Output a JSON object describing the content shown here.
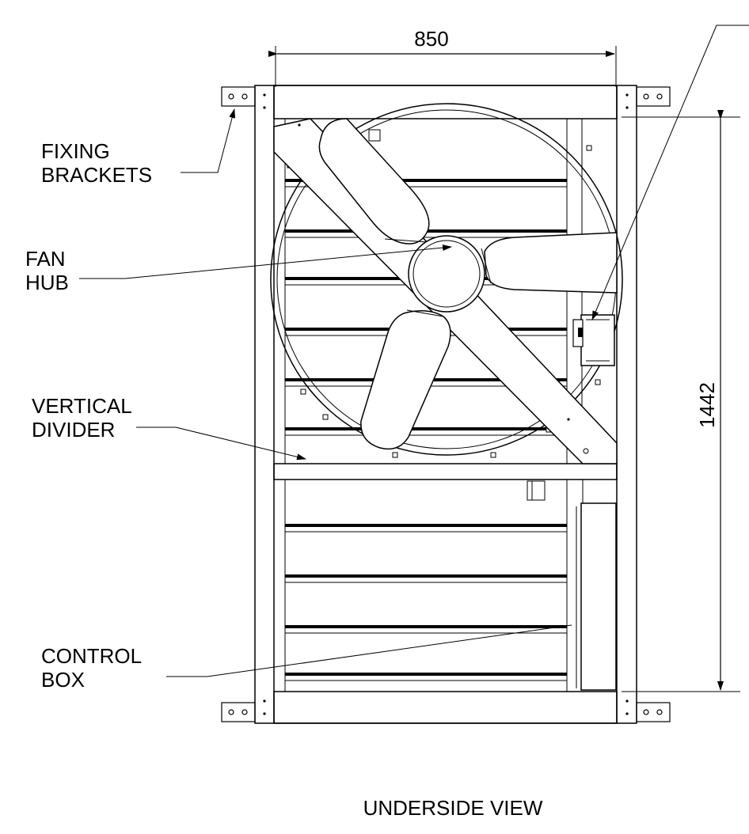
{
  "dimensions": {
    "width": "850",
    "height": "1442"
  },
  "labels": {
    "fixing_brackets": [
      "FIXING",
      "BRACKETS"
    ],
    "fan_hub": [
      "FAN",
      "HUB"
    ],
    "vertical_divider": [
      "VERTICAL",
      "DIVIDER"
    ],
    "control_box": [
      "CONTROL",
      "BOX"
    ]
  },
  "view_title": "UNDERSIDE VIEW"
}
